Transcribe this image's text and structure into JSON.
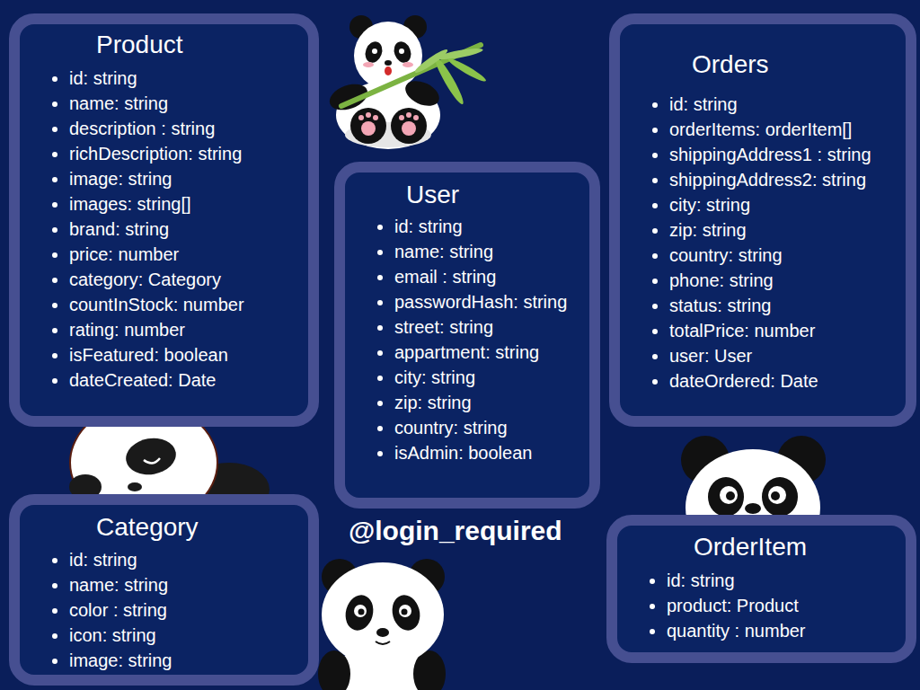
{
  "diagram": {
    "nodes": [
      {
        "text": [
          "Product",
          "id: string",
          "name: string",
          "description : string",
          "richDescription: string",
          "image: string",
          "images: string[]",
          "brand: string",
          "price: number",
          "category: Category",
          "countInStock: number",
          "rating: number",
          "isFeatured: boolean",
          "dateCreated: Date"
        ]
      },
      {
        "text": [
          "User",
          "id: string",
          "name: string",
          "email : string",
          "passwordHash: string",
          "street: string",
          "appartment: string",
          "city: string",
          "zip: string",
          "country: string",
          "isAdmin: boolean"
        ]
      },
      {
        "text": [
          "Orders",
          "id: string",
          "orderItems: orderItem[]",
          "shippingAddress1 : string",
          "shippingAddress2: string",
          "city: string",
          "zip: string",
          "country: string",
          "phone: string",
          "status: string",
          "totalPrice: number",
          "user: User",
          "dateOrdered: Date"
        ]
      },
      {
        "text": [
          "Category",
          "id: string",
          "name: string",
          "color : string",
          "icon: string",
          "image: string"
        ]
      },
      {
        "text": [
          "OrderItem",
          "id: string",
          "product: Product",
          "quantity : number"
        ]
      }
    ],
    "labels": [
      "@login_required"
    ]
  }
}
